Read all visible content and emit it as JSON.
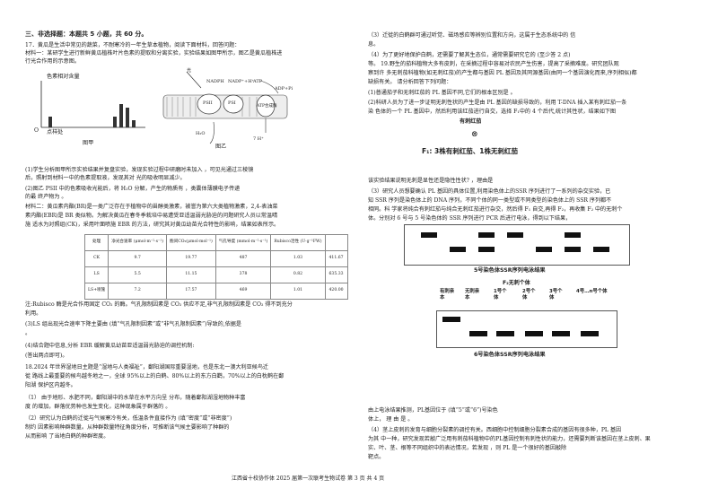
{
  "section_title": "三、非选择题：本题共 5 小题，共 60 分。",
  "left_lines": [
    "17．黄瓜是生活中常见的蔬菜，不耐寒冷的一年生草本植物，阅读下面材料，回答问题：",
    "材料一：某研学生进行新鲜黄瓜植株叶片色素的提取和分离实验，实验结果如图甲所示，图乙是黄瓜植株进",
    "行光合作用的示意图。"
  ],
  "fig_a": {
    "ylabel": "色素相对含量",
    "xlabel": "点样处",
    "origin": "O",
    "caption": "图甲"
  },
  "fig_b": {
    "labels": [
      "光",
      "NADPH",
      "NADP⁺+H⁺",
      "ATP",
      "H⁺",
      "ADP+Pi",
      "PSII",
      "PSI",
      "ATP合成酶",
      "H₂O",
      "7 H⁺",
      "O₂",
      "e⁻"
    ],
    "caption": "图乙"
  },
  "q_lines": [
    "(1)学生分析图甲所示实验结果并复盘实验，发现实验过程中研磨时未加入              ，可见光通过三棱镜",
    "后，照射到材料一中的色素提取液，发现其对                               光的吸收明显减少。",
    "(2)图乙 PSII 中的色素吸收光能后，将 H₂O 分解，产生的物质有                ，类囊体薄膜电子传递",
    "的最 终产物为                          。",
    "材料二：黄瓜素内酯(BR)是一类广泛存在于植物中的甾醇类激素，被誉为第六大类植物激素，2,4-表油菜",
    "素内酯(EBR)是 BR 类似物。为解决黄瓜在春冬季栽培中易遭受亚适温弱光胁迫的问题研究人员以常温晴",
    "施 适水为对照组(CK)，采用叶面喷施 EBR 的方法，研究其对黄瓜幼苗光合特性的影响，结果如表所示。"
  ],
  "table": {
    "header": [
      "处理",
      "净光合速率 (μmol·m⁻²·s⁻¹)",
      "胞间CO₂(μmol·mol⁻¹)",
      "气孔导度 (mmol·m⁻²·s⁻¹)",
      "Rubisco活性 (U·g⁻¹FW)"
    ],
    "rows": [
      [
        "CK",
        "9.7",
        "19.77",
        "487",
        "1.03",
        "411.67"
      ],
      [
        "LS",
        "5.5",
        "11.15",
        "378",
        "0.82",
        "635.33"
      ],
      [
        "LS+喷施",
        "7.2",
        "17.57",
        "469",
        "1.01",
        "420.00"
      ]
    ]
  },
  "q_lines2": [
    "注:Rubisco 酶是光合作用固定 CO₂ 的酶。气孔限制因素是 CO₂ 供应不足,非气孔限制因素是 CO₂ 得不到充分",
    "利用。",
    "(3)LS 组出现光合速率下降主要由                        (填“气孔限制因素”或“非气孔限制因素”)导致的,依据是",
    "                                                                               。",
    "(4)结合题中信息,分析 EBR 缓解黄瓜幼苗亚适温弱光胁迫的调控机制:",
    "                                                                    (答出两点即可)。",
    "18.2024 年世界湿地日主题是“湿地与人类福祉”，鄱阳湖国际重要湿地，也是东北一澳大利亚候鸟迁",
    "徙 路线上最重要的候鸟越冬地之一，全球 95%以上的白鹤、80%以上的东方白鹳，70%以上的白枕鹤在鄱",
    "阳湖 保护区内越冬。",
    "（1） 由于地形、水肥不同，鄱阳湖中的水草在水平方向呈                    分布，随着鄱阳湖湿地物种丰富",
    "度 的增加，群落优势种也发生变化，这种现象属于群落的                     。",
    "（2）研究认为白鹤的迁徙与气候寒冷有关，低温条件直接作为                  (填“密度”或“非密度”)",
    "制约 因素影响种群数量。从种群数量特征角度分析，可推断该气候主要影响了种群的",
    "从而影响 了当地白鹤的种群密度。"
  ],
  "right_lines": [
    "（3）迁徙的白鹤群可通过听觉、磁场感应等辨别位置和方向，这属于生态系统中的                              信",
    "息。",
    "（4）为了更好地保护白鹤，还需要了解其生态位，通常需要研究它的                              (至少答 2 点)",
    "等。 19.野生的茄科植物大多有皮刺，在采摘过程中容易对农民产生伤害，提高了采摘难度。研究团队观",
    "察到许 多无刺茄科植物(如无刺红茄)的产生都与基因 PL 基因及其同源基因(由同一个基因演化而来,序列相似)都",
    "缺损有关。 请分析回答下列问题：",
    "(1)普通茄子和无刺红茄的 PL 基因不同,它们的根本区别是                                    。",
    "(2)科研人员为了进一步证明无刺性状的产生是由 PL 基因的缺损导致的，利用 T-DNA 插入某有刺红茄一条",
    "染 色体的一个 PL 基因中，然后利用该红茄进行自交，选择 F₁中的 4 个后代,统计其性状，结果如下图"
  ],
  "cross": {
    "p": "有刺红茄",
    "times": "⊗",
    "f1": "F₁: 3株有刺红茄、1株无刺红茄"
  },
  "right_lines2": [
    "该实验结果说明无刺是显性还是隐性性状?                          ，理由是",
    "（3）研究人员想要确认 PL 基因的具体位置,利用染色体上的SSR 序列进行了一系列的杂交实验，已",
    "知 SSR 序列是染色体上的 DNA 序列，不同个体的同一类型或不同类型的染色体上的 SSR 序列都不",
    "相同。科 学家将纯合有刺红茄与纯合无刺红茄进行杂交，然后得 F₁ 自交,再得 F₂，再收集 F₂ 中的无刺个",
    "体。分别对 6 号与 5 号染色体的 SSR 序列进行 PCR 后进行电泳，得到以下结果，"
  ],
  "gel5": {
    "caption": "5号染色体SSR序列电泳结果"
  },
  "gel6": {
    "title": "F₂无刺个体",
    "lanes": [
      "有刺亲本",
      "无刺亲本",
      "1号个体",
      "2号个体",
      "3号个体",
      "4号…n号个体"
    ],
    "caption": "6号染色体SSR序列电泳结果"
  },
  "right_lines3": [
    "由上电泳结果推测，PL基因位于                 (填“5”或“6”)号染色",
    "体上，    理    由    是                                        。",
    "（4）茎上皮刺的发育与细胞分裂素的调控有关。西细胞中控制细胞分裂素合成的基因有很多种，PL 基因",
    "为其 中一种，研究发现若敲广泛用有刺茄科植物中的PL基因控制有刺性状的能力，还需要判断该基因在茎上皮刺、果",
    "实、叶、茎、根等不同组织中的表达情况，若发现                                        ，则 PL 是一个很好的基因敲除",
    "靶点。"
  ],
  "footer": "江西省十校协作体 2025 届第一次联考生物试卷  第 3 页  共 4 页"
}
